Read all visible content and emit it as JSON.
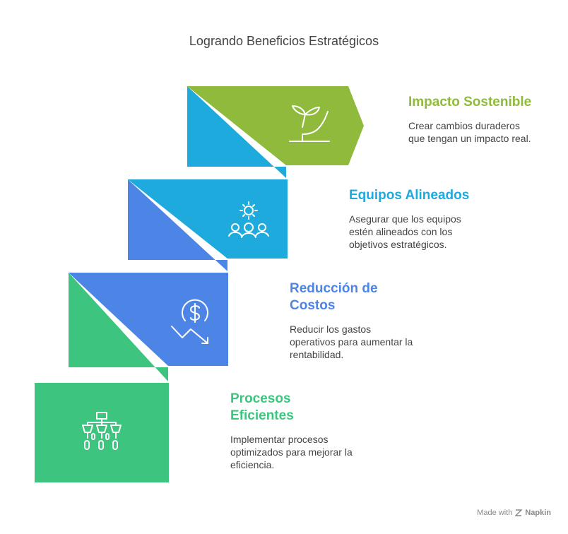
{
  "title": "Logrando Beneficios Estratégicos",
  "colors": {
    "green_light": "#8fba3b",
    "cyan": "#1eaadc",
    "blue": "#4c85e6",
    "green": "#3dc47e"
  },
  "steps": [
    {
      "title": "Impacto Sostenible",
      "desc": "Crear cambios duraderos que tengan un impacto real.",
      "icon": "plant-hand-icon",
      "color": "#8fba3b"
    },
    {
      "title": "Equipos Alineados",
      "desc": "Asegurar que los equipos estén alineados con los objetivos estratégicos.",
      "icon": "team-gear-icon",
      "color": "#1eaadc"
    },
    {
      "title": "Reducción de Costos",
      "desc": "Reducir los gastos operativos para aumentar la rentabilidad.",
      "icon": "dollar-down-icon",
      "color": "#4c85e6"
    },
    {
      "title": "Procesos Eficientes",
      "desc": "Implementar procesos optimizados para mejorar la eficiencia.",
      "icon": "process-tree-icon",
      "color": "#3dc47e"
    }
  ],
  "footer": {
    "prefix": "Made with",
    "brand": "Napkin"
  }
}
